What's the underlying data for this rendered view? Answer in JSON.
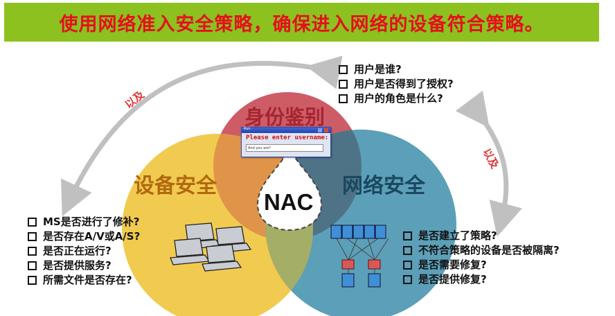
{
  "banner": {
    "text": "使用网络准入安全策略，确保进入网络的设备符合策略。"
  },
  "circles": {
    "identity": {
      "label": "身份鉴别",
      "color": "#cd5c67"
    },
    "device": {
      "label": "设备安全",
      "color": "#f1cb4f"
    },
    "network": {
      "label": "网络安全",
      "color": "#5c9fb8"
    }
  },
  "center": {
    "label": "NAC"
  },
  "arrows": {
    "left_label": "以及",
    "right_label": "以及"
  },
  "dialog": {
    "title": "Run",
    "prompt": "Please enter username:",
    "input_value": "And you are?"
  },
  "identity_questions": [
    "用户是谁?",
    "用户是否得到了授权?",
    "用户的角色是什么?"
  ],
  "device_questions": [
    "MS是否进行了修补?",
    "是否存在A/V或A/S?",
    "是否正在运行?",
    "是否提供服务?",
    "所需文件是否存在?"
  ],
  "network_questions": [
    "是否建立了策略?",
    "不符合策略的设备是否被隔离?",
    "是否需要修复?",
    "是否提供修复?"
  ]
}
